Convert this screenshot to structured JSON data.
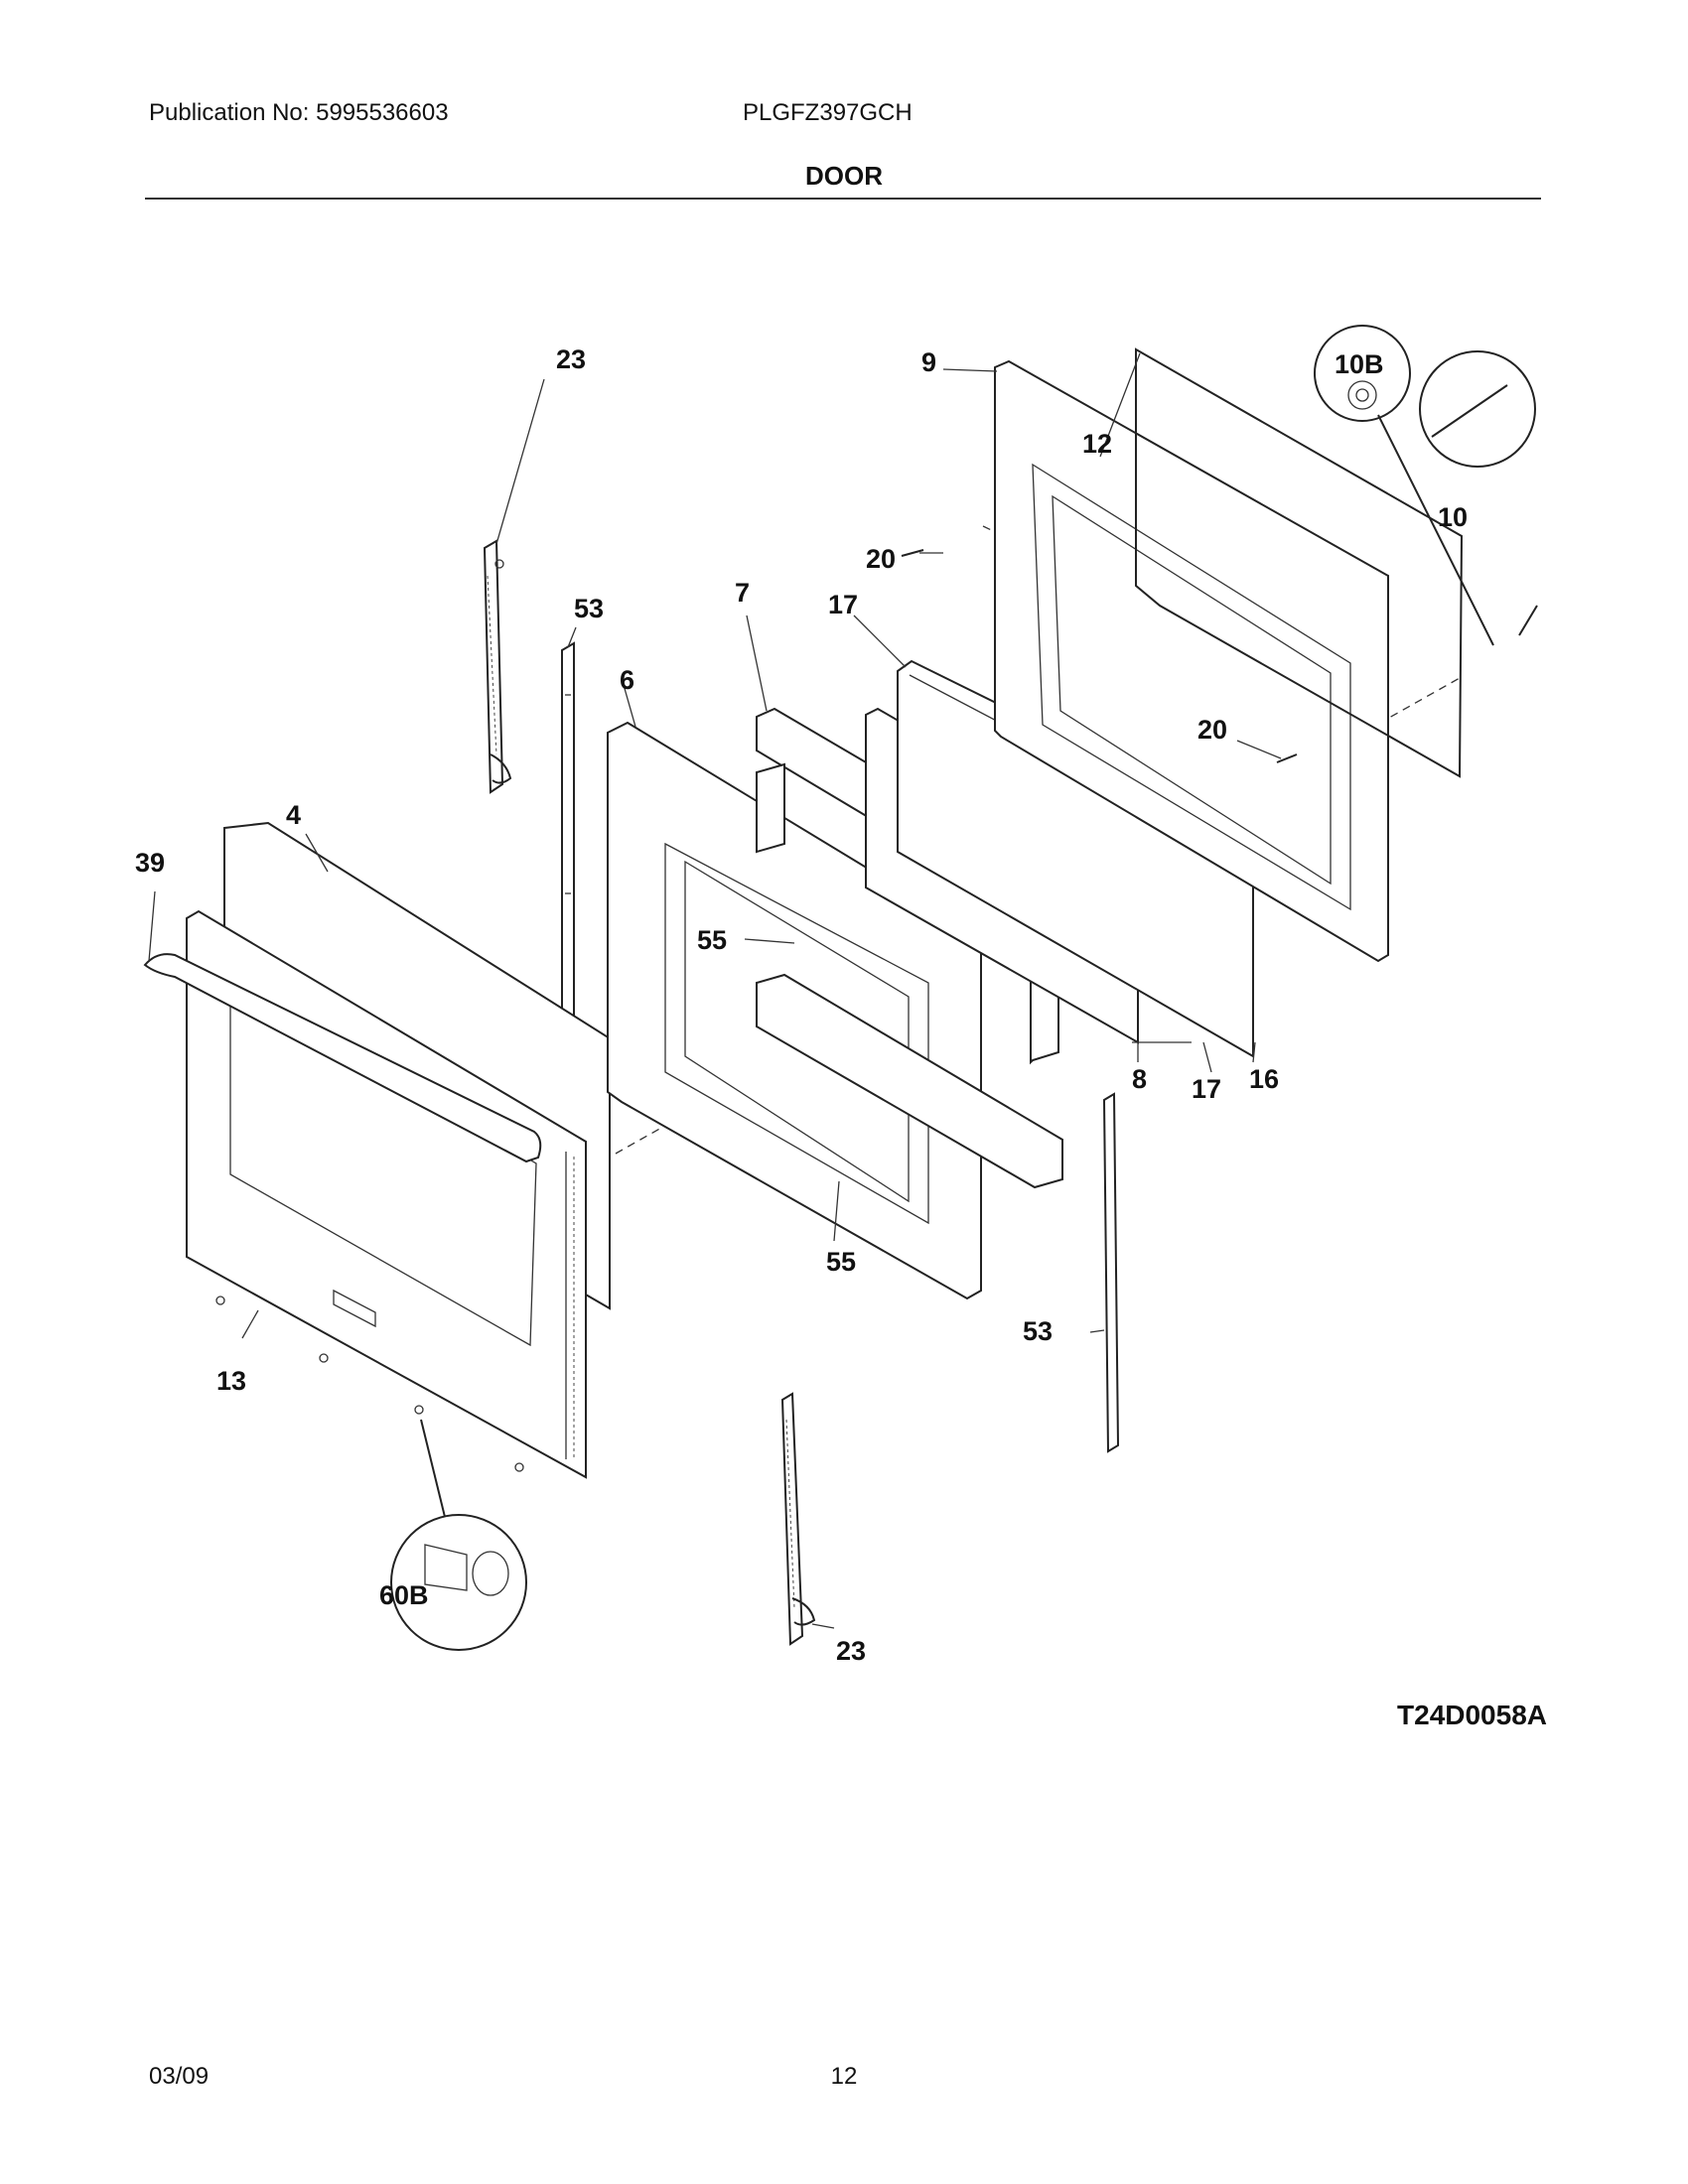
{
  "header": {
    "publication": "Publication No: 5995536603",
    "model": "PLGFZ397GCH",
    "section": "DOOR"
  },
  "footer": {
    "drawing_code": "T24D0058A",
    "date": "03/09",
    "page": "12"
  },
  "callouts": [
    "23",
    "53",
    "7",
    "17",
    "9",
    "12",
    "10B",
    "10",
    "20",
    "6",
    "4",
    "39",
    "55",
    "20",
    "8",
    "17",
    "16",
    "55",
    "53",
    "13",
    "60B",
    "23"
  ]
}
